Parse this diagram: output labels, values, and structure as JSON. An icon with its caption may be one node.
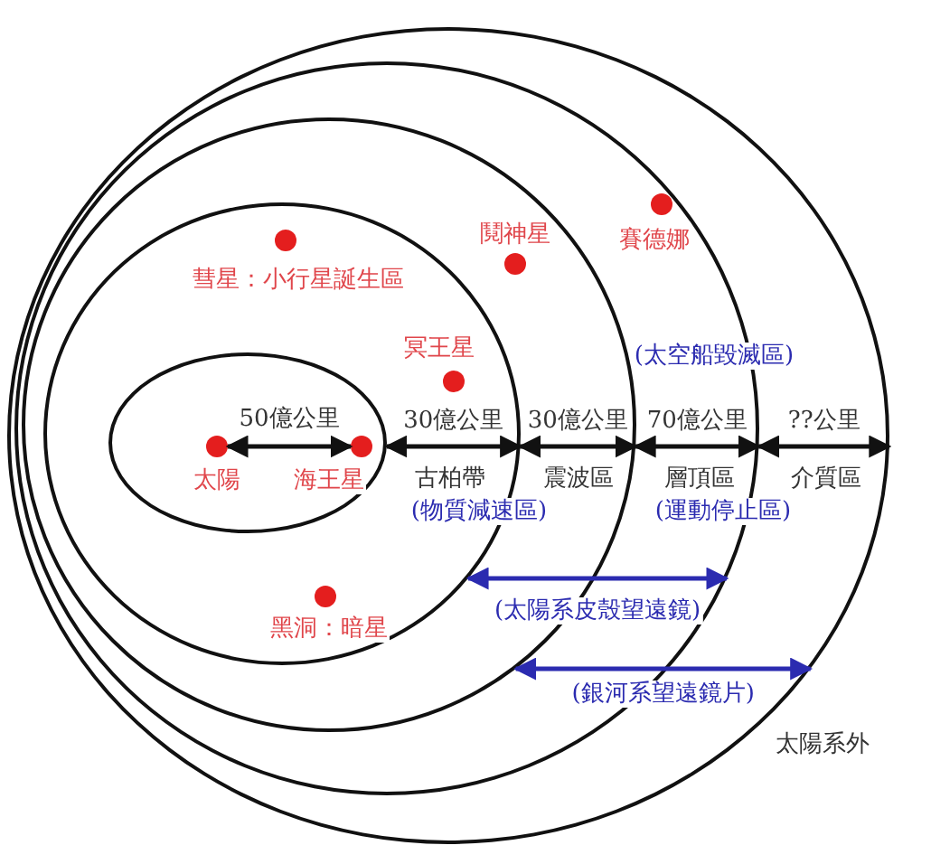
{
  "diagram": {
    "nodes": [
      {
        "text": [],
        "shape": "ellipse"
      },
      {
        "text": [],
        "shape": "ellipse",
        "in": 0
      },
      {
        "text": [],
        "shape": "ellipse",
        "in": 1
      },
      {
        "text": [],
        "shape": "ellipse",
        "in": 2
      },
      {
        "text": [],
        "shape": "ellipse",
        "in": 3
      },
      {
        "text": [],
        "shape": "circle",
        "in": 4,
        "beside": [
          "太陽"
        ]
      },
      {
        "text": [],
        "shape": "circle",
        "in": 4,
        "beside": [
          "海王星"
        ]
      },
      {
        "text": [],
        "shape": "circle",
        "in": 3,
        "beside": [
          "彗星：小行星誕生區"
        ]
      },
      {
        "text": [],
        "shape": "circle",
        "in": 3,
        "beside": [
          "冥王星"
        ]
      },
      {
        "text": [],
        "shape": "circle",
        "in": 3,
        "beside": [
          "黑洞：暗星"
        ]
      },
      {
        "text": [],
        "shape": "circle",
        "in": 2,
        "beside": [
          "鬩神星"
        ]
      },
      {
        "text": [],
        "shape": "circle",
        "in": 1,
        "beside": [
          "賽德娜"
        ]
      }
    ],
    "edges": [
      {
        "from": 5,
        "to": 6,
        "arrow": "both",
        "label": "50億公里"
      },
      {
        "from": 4,
        "to": 3,
        "arrow": "both",
        "label": "30億公里"
      },
      {
        "from": 3,
        "to": 2,
        "arrow": "both",
        "label": "30億公里"
      },
      {
        "from": 2,
        "to": 1,
        "arrow": "both",
        "label": "70億公里"
      },
      {
        "from": 1,
        "to": 0,
        "arrow": "both",
        "label": "??公里"
      },
      {
        "from": 3,
        "to": 1,
        "arrow": "both",
        "label": "(太陽系皮殼望遠鏡)",
        "color": "#2b2bb0"
      },
      {
        "from": 2,
        "to": 0,
        "arrow": "both",
        "label": "(銀河系望遠鏡片)",
        "color": "#2b2bb0"
      }
    ],
    "labels": [
      "(太空船毀滅區)",
      "古柏帶",
      "震波區",
      "層頂區",
      "介質區",
      "(物質減速區)",
      "(運動停止區)",
      "太陽系外"
    ]
  }
}
